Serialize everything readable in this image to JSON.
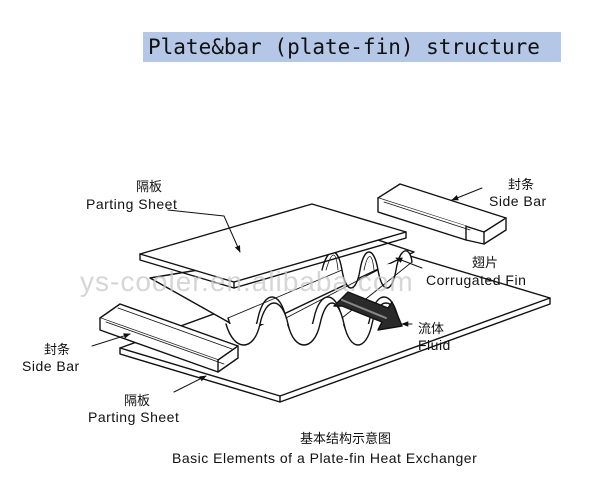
{
  "title": "Plate&bar (plate-fin) structure",
  "labels": {
    "parting_sheet_top_zh": "隔板",
    "parting_sheet_top_en": "Parting Sheet",
    "side_bar_right_zh": "封条",
    "side_bar_right_en": "Side Bar",
    "corrugated_fin_zh": "翅片",
    "corrugated_fin_en": "Corrugated Fin",
    "fluid_zh": "流体",
    "fluid_en": "Fluid",
    "side_bar_left_zh": "封条",
    "side_bar_left_en": "Side Bar",
    "parting_sheet_bottom_zh": "隔板",
    "parting_sheet_bottom_en": "Parting Sheet"
  },
  "caption": {
    "zh": "基本结构示意图",
    "en": "Basic Elements of a Plate-fin Heat Exchanger"
  },
  "watermark": "ys-cooler.en.alibaba.com",
  "colors": {
    "title_highlight": "#b4c7e7",
    "ink": "#111111",
    "watermark": "#c9c9c9"
  }
}
